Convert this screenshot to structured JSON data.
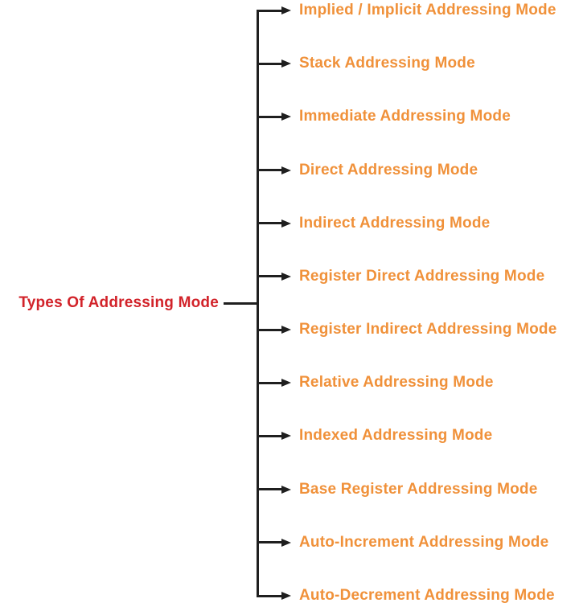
{
  "diagram": {
    "root": {
      "label": "Types Of Addressing Mode"
    },
    "branches": [
      "Implied / Implicit Addressing Mode",
      "Stack Addressing Mode",
      "Immediate Addressing Mode",
      "Direct Addressing Mode",
      "Indirect Addressing Mode",
      "Register Direct Addressing Mode",
      "Register Indirect Addressing Mode",
      "Relative Addressing Mode",
      "Indexed Addressing Mode",
      "Base Register Addressing Mode",
      "Auto-Increment Addressing Mode",
      "Auto-Decrement Addressing Mode"
    ],
    "colors": {
      "root_text": "#d2232a",
      "branch_text": "#f0913a",
      "line": "#1f1f1f"
    }
  }
}
